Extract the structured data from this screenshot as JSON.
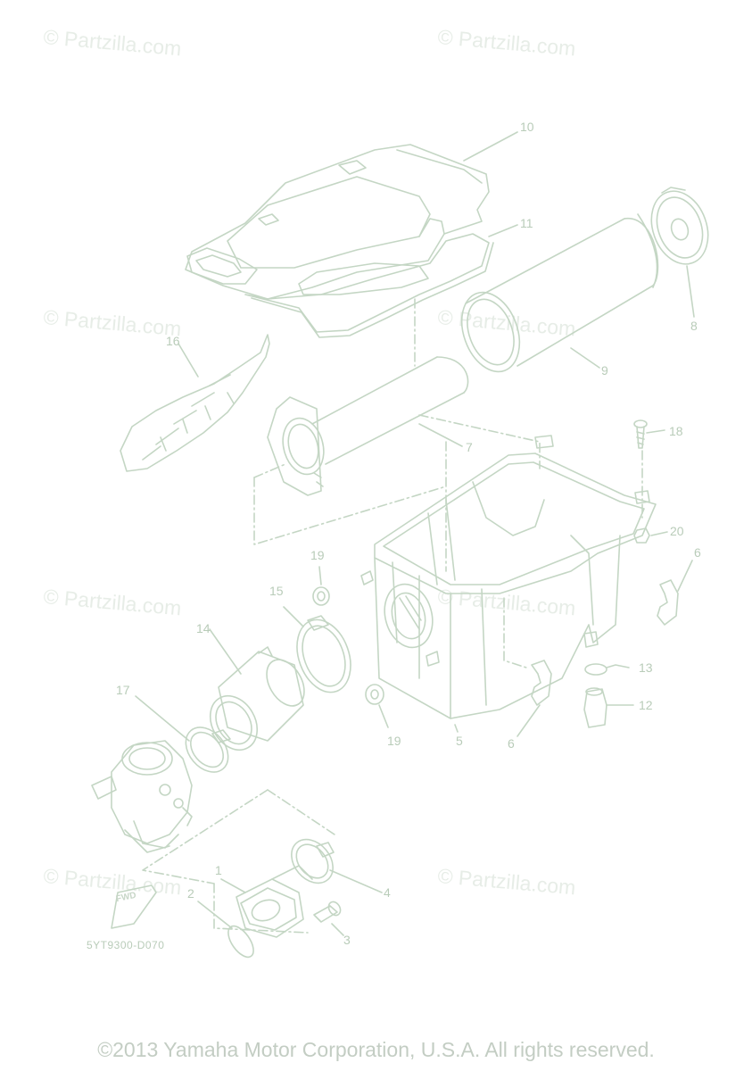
{
  "watermark": "© Partzilla.com",
  "diagram_code": "5YT9300-D070",
  "copyright": "©2013 Yamaha Motor Corporation, U.S.A. All rights reserved.",
  "fwd_label": "FWD",
  "colors": {
    "line": "#c4d6c4",
    "text": "#b9ccb9",
    "watermark": "#e7ede7"
  },
  "callouts": {
    "c1": "1",
    "c2": "2",
    "c3": "3",
    "c4": "4",
    "c5": "5",
    "c6a": "6",
    "c6b": "6",
    "c7": "7",
    "c8": "8",
    "c9": "9",
    "c10": "10",
    "c11": "11",
    "c12": "12",
    "c13": "13",
    "c14": "14",
    "c15": "15",
    "c16": "16",
    "c17": "17",
    "c18": "18",
    "c19a": "19",
    "c19b": "19",
    "c20": "20"
  }
}
